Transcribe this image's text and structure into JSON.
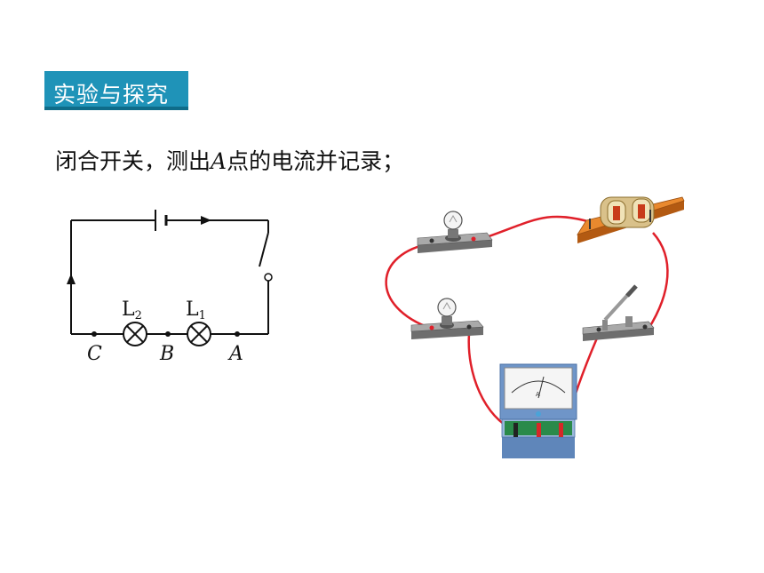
{
  "section_tag": "实验与探究",
  "instruction": {
    "before": "闭合开关，测出",
    "point": "A",
    "after": "点的电流并记录；"
  },
  "schematic": {
    "bulb1": "L",
    "bulb1_sub": "1",
    "bulb2": "L",
    "bulb2_sub": "2",
    "point_a": "A",
    "point_b": "B",
    "point_c": "C"
  },
  "colors": {
    "tag_bg": "#1f93b8",
    "wire_red": "#e0202a",
    "board": "#e9892e",
    "meter_blue": "#6f95c8"
  }
}
